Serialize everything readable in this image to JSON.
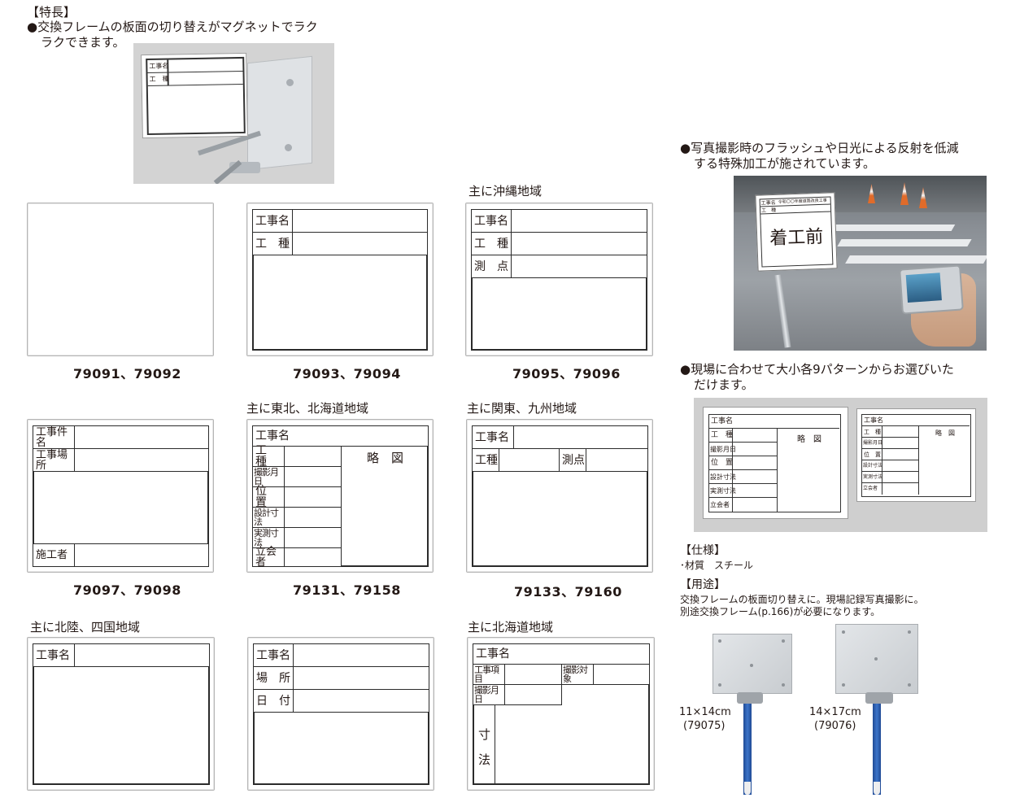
{
  "features": {
    "heading": "【特長】",
    "magnet_line1": "●交換フレームの板面の切り替えがマグネットでラク",
    "magnet_line2": "ラクできます。",
    "flash_line1": "●写真撮影時のフラッシュや日光による反射を低減",
    "flash_line2": "する特殊加工が施されています。",
    "pattern_line1": "●現場に合わせて大小各9パターンからお選びいた",
    "pattern_line2": "だけます。"
  },
  "hero_board": {
    "row1": "工事名",
    "row2": "工　種"
  },
  "photo_board": {
    "row1": "工事名",
    "row1_value": "令和〇〇年度道路改良工事",
    "row2": "工　種",
    "handwriting": "着工前"
  },
  "boards": {
    "b1": {
      "code": "79091、79092"
    },
    "b2": {
      "code": "79093、79094",
      "r1": "工事名",
      "r2": "工　種"
    },
    "b3": {
      "region": "主に沖縄地域",
      "code": "79095、79096",
      "r1": "工事名",
      "r2": "工　種",
      "r3": "測　点"
    },
    "b4": {
      "code": "79097、79098",
      "r1": "工事件名",
      "r2": "工事場所",
      "r3": "施工者"
    },
    "b5": {
      "region": "主に東北、北海道地域",
      "code": "79131、79158",
      "r1": "工事名",
      "r2": "工　種",
      "r3": "撮影月日",
      "r4": "位　置",
      "r5": "設計寸法",
      "r6": "実測寸法",
      "r7": "立会者",
      "sketch": "略　図"
    },
    "b6": {
      "region": "主に関東、九州地域",
      "code": "79133、79160",
      "r1": "工事名",
      "r2": "工種",
      "r2b": "測点"
    },
    "b7": {
      "region": "主に北陸、四国地域",
      "r1": "工事名"
    },
    "b8": {
      "r1": "工事名",
      "r2": "場　所",
      "r3": "日　付"
    },
    "b9": {
      "region": "主に北海道地域",
      "r1": "工事名",
      "r2": "工事項目",
      "r2b": "撮影対象",
      "r3": "撮影月日",
      "r4a": "寸",
      "r4b": "法"
    }
  },
  "sizes_image": {
    "large": {
      "r1": "工事名",
      "r2": "工　種",
      "r3": "撮影月日",
      "r4": "位　置",
      "r5": "設計寸法",
      "r6": "実測寸法",
      "r7": "立会者",
      "sketch": "略　図"
    },
    "small": {
      "r1": "工事名",
      "r2": "工　種",
      "r3": "撮影月日",
      "r4": "位　置",
      "r5": "設計寸法",
      "r6": "実測寸法",
      "r7": "立会者",
      "sketch": "略　図"
    }
  },
  "spec": {
    "heading": "【仕様】",
    "material": "･材質　スチール"
  },
  "usage": {
    "heading": "【用途】",
    "line1": "交換フレームの板面切り替えに。現場記録写真撮影に。",
    "line2": "別途交換フレーム(p.166)が必要になります。"
  },
  "frames": {
    "small": {
      "size": "11×14cm",
      "code": "(79075)"
    },
    "large": {
      "size": "14×17cm",
      "code": "(79076)"
    }
  },
  "colors": {
    "text": "#231815",
    "line": "#2b2b2b",
    "gray_bg": "#cfcfcf",
    "frame_metal": "#d6d9dc",
    "pole_blue": "#2f5fb3"
  }
}
